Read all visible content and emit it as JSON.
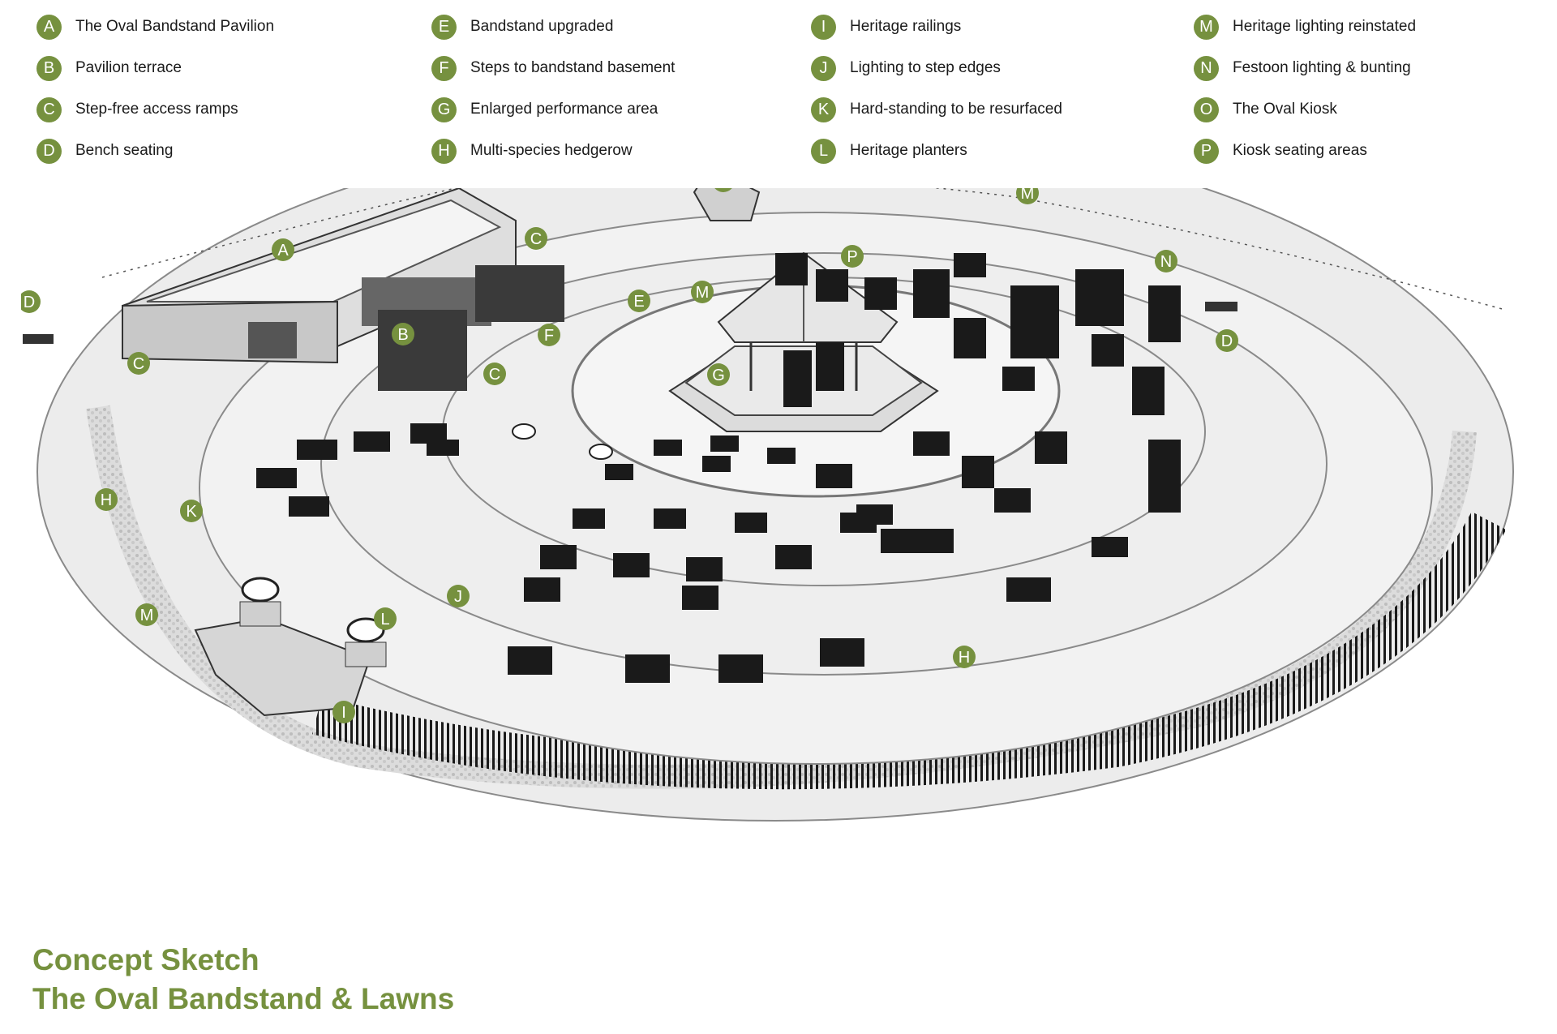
{
  "legend": [
    {
      "letter": "A",
      "label": "The Oval Bandstand Pavilion"
    },
    {
      "letter": "B",
      "label": "Pavilion terrace"
    },
    {
      "letter": "C",
      "label": "Step-free access ramps"
    },
    {
      "letter": "D",
      "label": "Bench seating"
    },
    {
      "letter": "E",
      "label": "Bandstand upgraded"
    },
    {
      "letter": "F",
      "label": "Steps to bandstand basement"
    },
    {
      "letter": "G",
      "label": "Enlarged performance area"
    },
    {
      "letter": "H",
      "label": "Multi-species hedgerow"
    },
    {
      "letter": "I",
      "label": "Heritage railings"
    },
    {
      "letter": "J",
      "label": "Lighting to step edges"
    },
    {
      "letter": "K",
      "label": "Hard-standing to be resurfaced"
    },
    {
      "letter": "L",
      "label": "Heritage planters"
    },
    {
      "letter": "M",
      "label": "Heritage lighting reinstated"
    },
    {
      "letter": "N",
      "label": "Festoon lighting & bunting"
    },
    {
      "letter": "O",
      "label": "The Oval Kiosk"
    },
    {
      "letter": "P",
      "label": "Kiosk seating areas"
    }
  ],
  "markers": [
    "A",
    "B",
    "C",
    "C",
    "C",
    "D",
    "D",
    "E",
    "F",
    "G",
    "H",
    "H",
    "I",
    "J",
    "K",
    "L",
    "M",
    "M",
    "M",
    "N",
    "O",
    "P",
    "P"
  ],
  "title": {
    "line1": "Concept Sketch",
    "line2": "The Oval Bandstand & Lawns"
  },
  "colors": {
    "accent": "#76913f",
    "ground": "#f0f0f0",
    "ink": "#1a1a1a"
  }
}
